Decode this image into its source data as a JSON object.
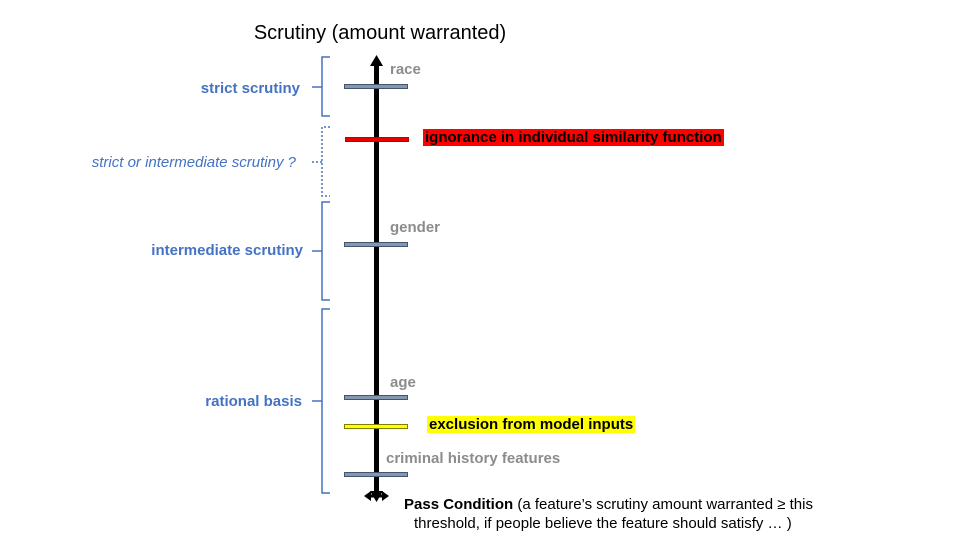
{
  "title": "Scrutiny (amount warranted)",
  "categories": {
    "strict": "strict scrutiny",
    "strict_or_intermediate": "strict or intermediate scrutiny ?",
    "intermediate": "intermediate scrutiny",
    "rational": "rational basis"
  },
  "features": {
    "race": "race",
    "ignorance": "ignorance in individual similarity function",
    "gender": "gender",
    "age": "age",
    "exclusion": "exclusion from model inputs",
    "criminal": "criminal history features"
  },
  "pass_condition": {
    "bold": "Pass Condition",
    "line1_rest": " (a feature’s scrutiny amount warranted ≥ this",
    "line2": "threshold, if people believe the feature should satisfy … )"
  },
  "colors": {
    "category_text": "#4472c4",
    "feature_text": "#8c8c8c",
    "tick_fill": "#8497b0",
    "ignorance_highlight": "#ff0000",
    "exclusion_highlight": "#ffff00"
  }
}
